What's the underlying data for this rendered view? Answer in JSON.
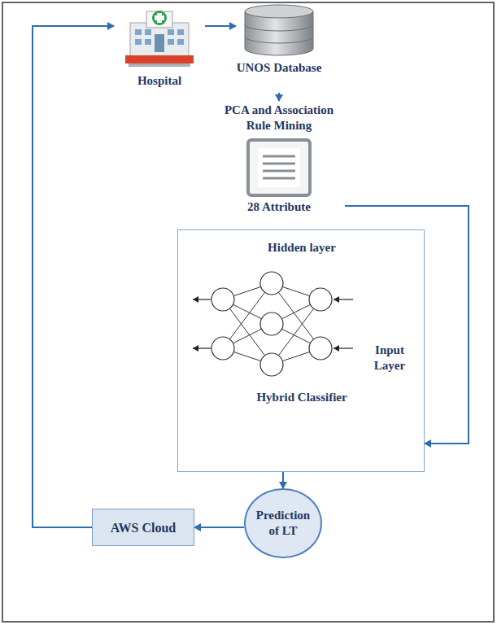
{
  "diagram": {
    "nodes": [
      {
        "text": [
          "Hospital"
        ]
      },
      {
        "text": [
          "UNOS Database"
        ]
      },
      {
        "text": [
          "PCA and Association Rule Mining",
          "28 Attribute"
        ]
      },
      {
        "text": [
          "Hidden layer",
          "Input Layer",
          "Hybrid Classifier"
        ]
      },
      {
        "text": [
          "Prediction of LT"
        ]
      },
      {
        "text": [
          "AWS Cloud"
        ]
      }
    ],
    "edges": [
      {
        "from": 0,
        "to": 1,
        "arrow": "to"
      },
      {
        "from": 1,
        "to": 2,
        "arrow": "to"
      },
      {
        "from": 2,
        "to": 3,
        "arrow": "to"
      },
      {
        "from": 3,
        "to": 4,
        "arrow": "to"
      },
      {
        "from": 4,
        "to": 5,
        "arrow": "to"
      },
      {
        "from": 5,
        "to": 0,
        "arrow": "to"
      }
    ]
  }
}
